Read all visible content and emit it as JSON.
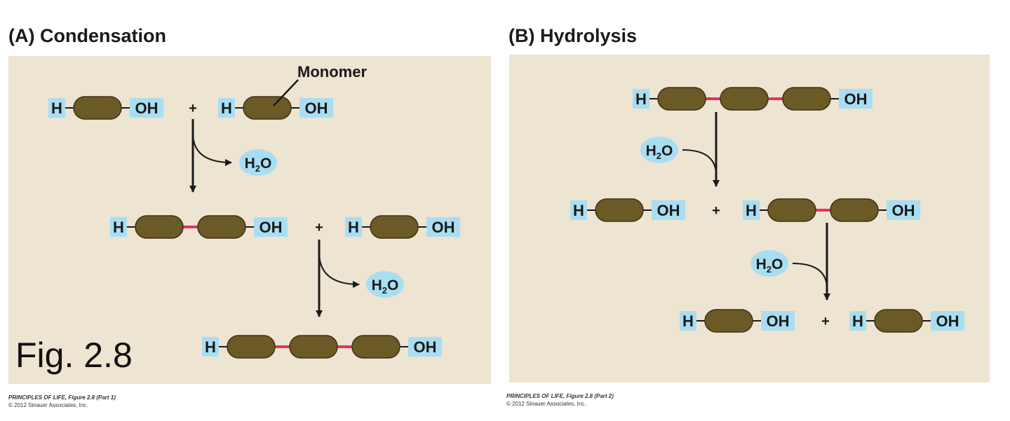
{
  "panels": {
    "a": {
      "title": "(A)  Condensation",
      "monomer_label": "Monomer",
      "fig_label": "Fig. 2.8",
      "credit_line1": "PRINCIPLES OF LIFE, Figure 2.8 (Part 1)",
      "credit_line2": "© 2012 Sinauer Associates, Inc."
    },
    "b": {
      "title": "(B)  Hydrolysis",
      "credit_line1": "PRINCIPLES OF LIFE, Figure 2.8 (Part 2)",
      "credit_line2": "© 2012 Sinauer Associates, Inc."
    }
  },
  "labels": {
    "h": "H",
    "oh": "OH",
    "plus": "+",
    "water_main": "H",
    "water_sub": "2",
    "water_tail": "O"
  },
  "colors": {
    "background": "#ede4d2",
    "monomer": "#6b5a26",
    "monomer_stroke": "#3e3212",
    "end_group": "#a9def2",
    "bond": "#e4345a",
    "water": "#a9def2"
  }
}
